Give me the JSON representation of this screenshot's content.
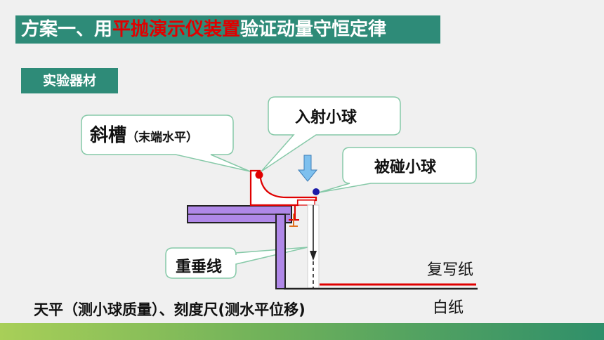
{
  "title": {
    "prefix": "方案一、用",
    "highlight": "平抛演示仪装置",
    "suffix": "验证动量守恒定律"
  },
  "section_tag": "实验器材",
  "callouts": {
    "chute_main": "斜槽",
    "chute_note": "（末端水平）",
    "incident_ball": "入射小球",
    "target_ball": "被碰小球",
    "plumb_line": "重垂线"
  },
  "labels": {
    "carbon_paper": "复写纸",
    "white_paper": "白纸",
    "footer": "天平（测小球质量）、刻度尺(测水平位移)"
  },
  "colors": {
    "accent": "#2e8b78",
    "highlight": "#e00000",
    "table": "#b088e8",
    "chute": "#e00000",
    "incident_ball": "#e00000",
    "target_ball": "#1a1aa8",
    "arrow": "#7ec0ee"
  }
}
